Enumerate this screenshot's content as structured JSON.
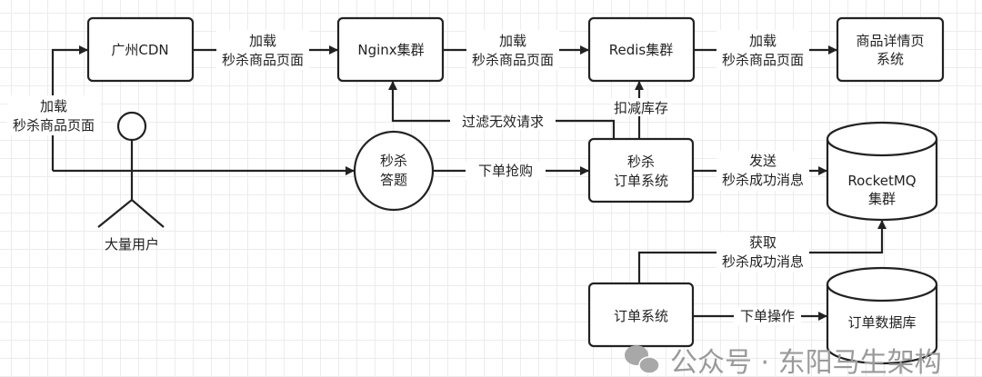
{
  "nodes": {
    "cdn": "广州CDN",
    "nginx": "Nginx集群",
    "redis": "Redis集群",
    "detail": [
      "商品详情页",
      "系统"
    ],
    "users": "大量用户",
    "quiz": [
      "秒杀",
      "答题"
    ],
    "seckill_order": [
      "秒杀",
      "订单系统"
    ],
    "rocketmq": [
      "RocketMQ",
      "集群"
    ],
    "order_system": "订单系统",
    "order_db": "订单数据库"
  },
  "edges": {
    "load_page": [
      "加载",
      "秒杀商品页面"
    ],
    "filter": "过滤无效请求",
    "deduct": "扣减库存",
    "place_order": "下单抢购",
    "send_msg": [
      "发送",
      "秒杀成功消息"
    ],
    "fetch_msg": [
      "获取",
      "秒杀成功消息"
    ],
    "order_op": "下单操作"
  },
  "watermark": "公众号 · 东阳马生架构"
}
